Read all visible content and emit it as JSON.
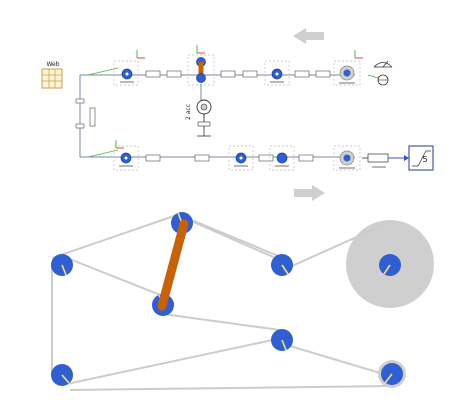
{
  "top_schematic": {
    "web_block_label": "Web",
    "source_block_label": "5",
    "motor_label": "2 acc",
    "direction_arrows": [
      "arrow-left-icon",
      "arrow-right-icon"
    ]
  },
  "bottom_animation": {
    "roller_color": "#2f5fd0",
    "dancer_arm_color": "#c8620a",
    "large_roll_color": "#cfcfcf",
    "web_color": "#cccccc"
  }
}
